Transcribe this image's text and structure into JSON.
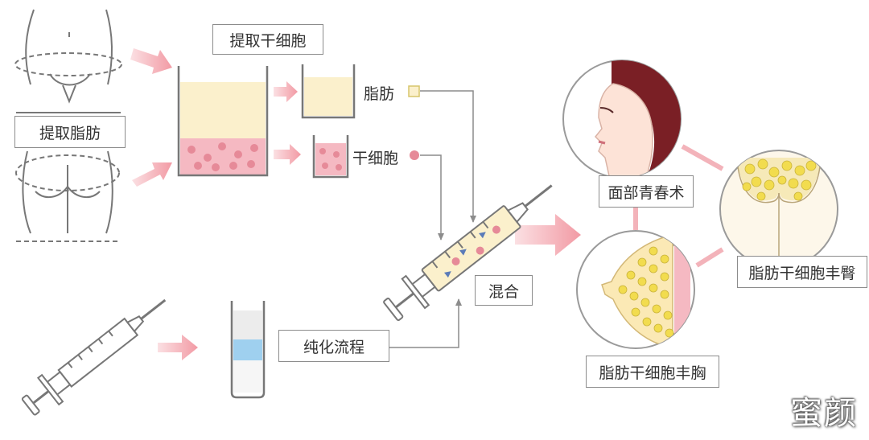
{
  "labels": {
    "extract_fat": "提取脂肪",
    "extract_stem_cells": "提取干细胞",
    "fat": "脂肪",
    "stem_cells": "干细胞",
    "mix": "混合",
    "purification": "纯化流程",
    "facial_rejuvenation": "面部青春术",
    "buttock_augmentation": "脂肪干细胞丰臀",
    "breast_augmentation": "脂肪干细胞丰胸"
  },
  "watermark": "蜜颜",
  "colors": {
    "fat_yellow": "#fbf0cc",
    "cell_pink": "#f5b9c2",
    "cell_dot": "#e68a98",
    "arrow_pink": "#f3a1aa",
    "blue_layer": "#9fd0ef",
    "line_gray": "#8c8c8c",
    "face_hair": "#7a1f25",
    "fat_globule": "#f2dc4e"
  },
  "icons": [
    "hips-front-icon",
    "buttocks-back-icon",
    "beaker-icon",
    "syringe-icon",
    "test-tube-icon",
    "face-profile-icon",
    "breast-cross-section-icon",
    "buttocks-fat-icon"
  ]
}
